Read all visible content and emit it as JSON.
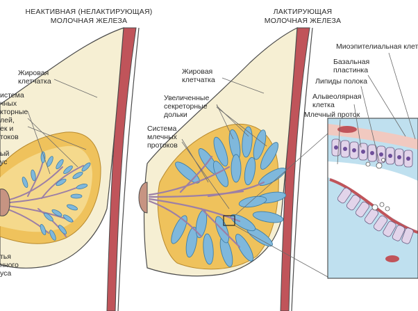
{
  "titles": {
    "inactive_line1": "НЕАКТИВНАЯ (НЕЛАКТИРУЮЩАЯ)",
    "inactive_line2": "МОЛОЧНАЯ ЖЕЛЕЗА",
    "lactating_line1": "ЛАКТИРУЮЩАЯ",
    "lactating_line2": "МОЛОЧНАЯ ЖЕЛЕЗА"
  },
  "left_labels": {
    "fat_line1": "Жировая",
    "fat_line2": "клетчатка",
    "ducts_line1": "истема",
    "ducts_line2": "чных",
    "ducts_line3": "кторные",
    "ducts_line4": "лей,",
    "ducts_line5": "ек и",
    "ducts_line6": "токов",
    "sinus_line1": "ый",
    "sinus_line2": "ус",
    "bottom_line1": "тья",
    "bottom_line2": "нного",
    "bottom_line3": "уса"
  },
  "middle_labels": {
    "fat_line1": "Жировая",
    "fat_line2": "клетчатка",
    "lobules_line1": "Увеличенные",
    "lobules_line2": "секреторные",
    "lobules_line3": "дольки",
    "ducts_line1": "Система",
    "ducts_line2": "млечных",
    "ducts_line3": "протоков"
  },
  "detail_labels": {
    "myoepithelial": "Миоэпителиальная клетк",
    "basal_line1": "Базальная",
    "basal_line2": "пластинка",
    "lipids": "Липиды полока",
    "alveolar_line1": "Альвеолярная",
    "alveolar_line2": "клетка",
    "duct": "Млечный проток"
  },
  "colors": {
    "skin": "#f6efd3",
    "outline": "#4a4a4a",
    "muscle": "#c0545a",
    "gland": "#efc25c",
    "lobule": "#7fb8dc",
    "duct": "#9c7fa6",
    "tissue": "#bfe0ef",
    "cell": "#e2d4ea"
  }
}
